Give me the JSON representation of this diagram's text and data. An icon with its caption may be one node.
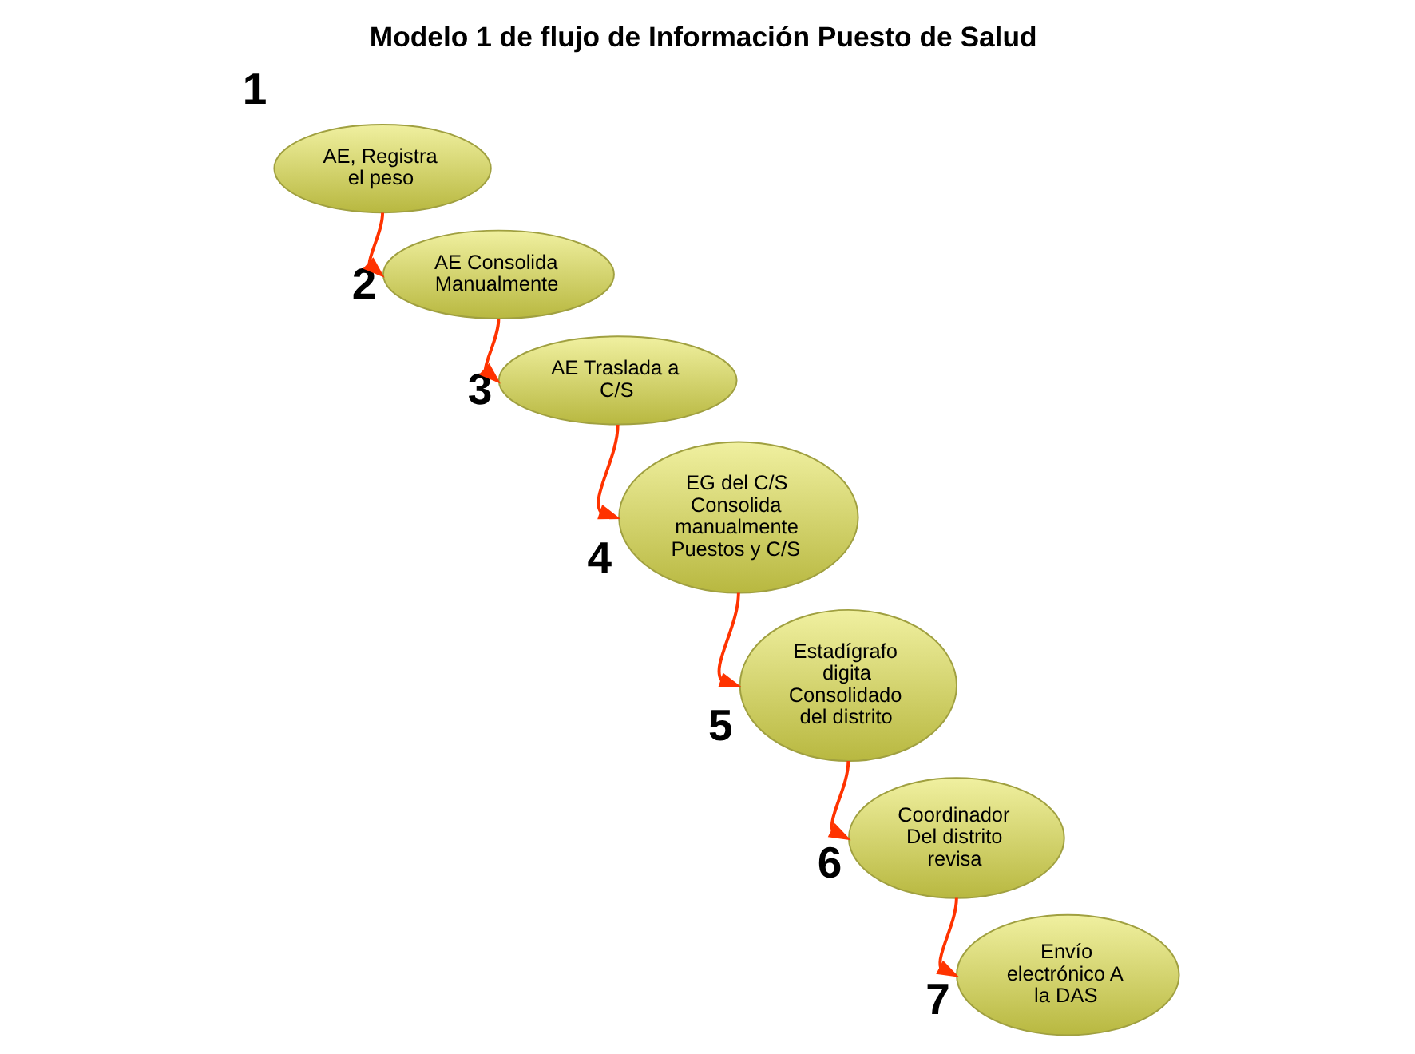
{
  "diagram": {
    "title": "Modelo 1 de flujo de Información Puesto de Salud",
    "nodes": [
      {
        "text": [
          "AE, Registra el peso"
        ],
        "beside": [
          "1"
        ]
      },
      {
        "text": [
          "AE Consolida Manualmente"
        ],
        "beside": [
          "2"
        ]
      },
      {
        "text": [
          "AE Traslada a C/S"
        ],
        "beside": [
          "3"
        ]
      },
      {
        "text": [
          "EG del C/S Consolida manualmente Puestos y C/S"
        ],
        "beside": [
          "4"
        ]
      },
      {
        "text": [
          "Estadígrafo digita Consolidado del distrito"
        ],
        "beside": [
          "5"
        ]
      },
      {
        "text": [
          "Coordinador Del distrito revisa"
        ],
        "beside": [
          "6"
        ]
      },
      {
        "text": [
          "Envío electrónico A la DAS"
        ],
        "beside": [
          "7"
        ]
      }
    ],
    "edges": [
      {
        "from": 0,
        "to": 1,
        "arrow": "to",
        "color": "#ff3300"
      },
      {
        "from": 1,
        "to": 2,
        "arrow": "to",
        "color": "#ff3300"
      },
      {
        "from": 2,
        "to": 3,
        "arrow": "to",
        "color": "#ff3300"
      },
      {
        "from": 3,
        "to": 4,
        "arrow": "to",
        "color": "#ff3300"
      },
      {
        "from": 4,
        "to": 5,
        "arrow": "to",
        "color": "#ff3300"
      },
      {
        "from": 5,
        "to": 6,
        "arrow": "to",
        "color": "#ff3300"
      }
    ]
  }
}
